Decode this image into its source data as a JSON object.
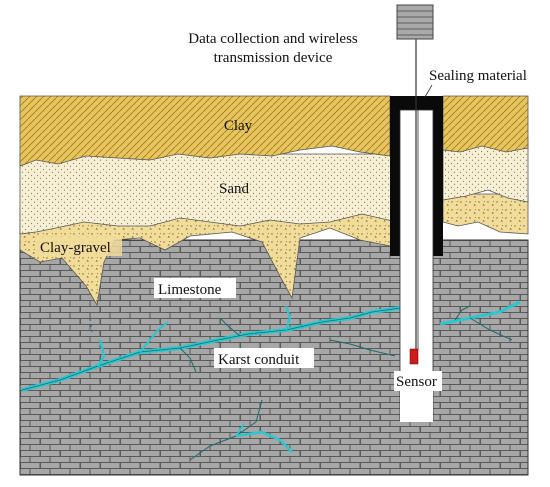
{
  "labels": {
    "device_line1": "Data collection and wireless",
    "device_line2": "transmission device",
    "sealing": "Sealing material",
    "clay": "Clay",
    "sand": "Sand",
    "clay_gravel": "Clay-gravel",
    "limestone": "Limestone",
    "karst": "Karst conduit",
    "sensor": "Sensor"
  },
  "colors": {
    "clay": "#e8c45e",
    "sand": "#f7f0d6",
    "clay_gravel": "#f2dc9a",
    "limestone": "#a7a7a7",
    "brick_line": "#5a5a5a",
    "karst": "#29c7cf",
    "seal": "#0a0a0a",
    "sensor": "#d01a1a",
    "device": "#a9a9a9"
  }
}
